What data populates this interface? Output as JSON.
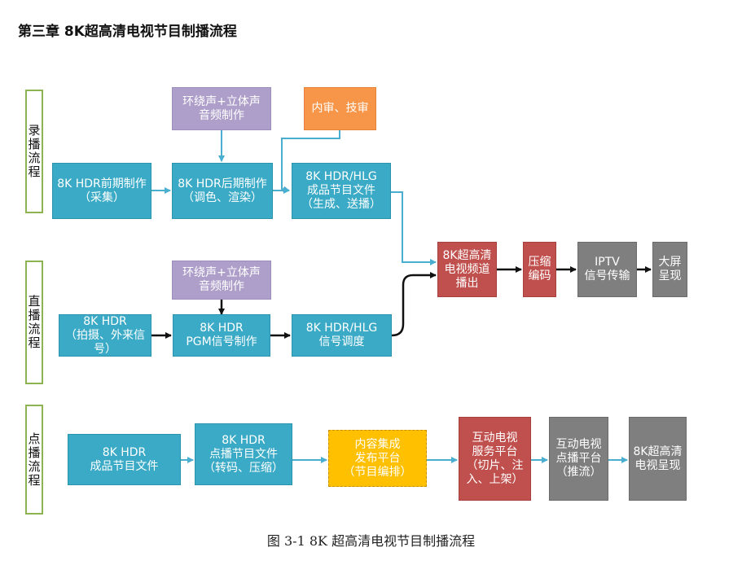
{
  "title": "第三章 8K超高清电视节目制播流程",
  "caption": "图 3-1 8K 超高清电视节目制播流程",
  "lanes": {
    "record": "录播流程",
    "live": "直播流程",
    "vod": "点播流程"
  },
  "boxes": {
    "rec_pre": [
      "8K HDR前期制作",
      "（采集）"
    ],
    "rec_audio": [
      "环绕声+立体声",
      "音频制作"
    ],
    "rec_post": [
      "8K HDR后期制作",
      "（调色、渲染）"
    ],
    "rec_review": [
      "内审、技审"
    ],
    "rec_file": [
      "8K HDR/HLG",
      "成品节目文件",
      "（生成、送播）"
    ],
    "broadcast": [
      "8K超高清",
      "电视频道",
      "播出"
    ],
    "compress": [
      "压缩",
      "编码"
    ],
    "iptv": [
      "IPTV",
      "信号传输"
    ],
    "bigscreen": [
      "大屏",
      "呈现"
    ],
    "live_audio": [
      "环绕声+立体声",
      "音频制作"
    ],
    "live_src": [
      "8K HDR",
      "（拍摄、外来信",
      "号）"
    ],
    "live_pgm": [
      "8K HDR",
      "PGM信号制作"
    ],
    "live_adj": [
      "8K HDR/HLG",
      "信号调度"
    ],
    "vod_file": [
      "8K HDR",
      "成品节目文件"
    ],
    "vod_vodfile": [
      "8K HDR",
      "点播节目文件",
      "（转码、压缩）"
    ],
    "vod_publish": [
      "内容集成",
      "发布平台",
      "（节目编排）"
    ],
    "vod_service": [
      "互动电视",
      "服务平台",
      "（切片、注",
      "入、上架）"
    ],
    "vod_push": [
      "互动电视",
      "点播平台",
      "（推流）"
    ],
    "vod_present": [
      "8K超高清",
      "电视呈现"
    ]
  },
  "colors": {
    "teal": "#3aaac6",
    "purple": "#ae9fca",
    "orange": "#f79649",
    "red": "#c0504d",
    "gray": "#7f7f7f",
    "yellow": "#ffc000",
    "lane_border": "#8db352"
  }
}
